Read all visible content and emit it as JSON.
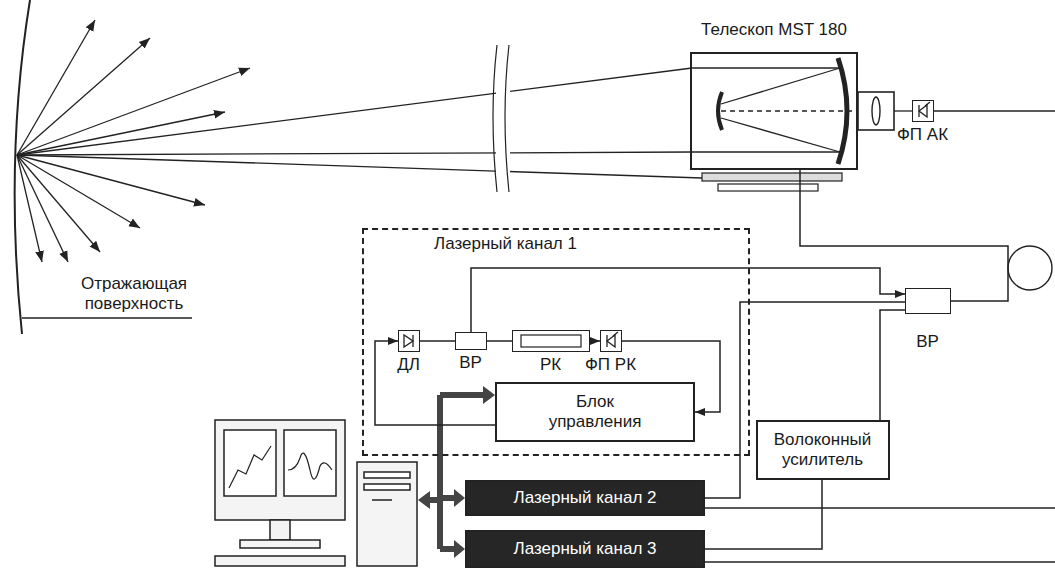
{
  "diagram": {
    "nodes": [
      {
        "text": [
          "Телескоп MST 180"
        ]
      },
      {
        "text": [
          "ФП АК"
        ]
      },
      {
        "text": [
          "Лазерный канал 1"
        ]
      },
      {
        "text": [
          "ДЛ"
        ],
        "in": 2
      },
      {
        "text": [
          "ВР"
        ],
        "in": 2
      },
      {
        "text": [
          "РК"
        ],
        "in": 2
      },
      {
        "text": [
          "ФП РК"
        ],
        "in": 2
      },
      {
        "text": [
          "Блок управления"
        ],
        "in": 2
      },
      {
        "text": [
          "ВР"
        ]
      },
      {
        "text": [
          "Волоконный усилитель"
        ]
      },
      {
        "text": [
          "Лазерный канал 2"
        ]
      },
      {
        "text": [
          "Лазерный канал 3"
        ]
      }
    ],
    "edges": [
      {
        "from": 3,
        "to": 4,
        "arrow": "none"
      },
      {
        "from": 4,
        "to": 5,
        "arrow": "none"
      },
      {
        "from": 5,
        "to": 6,
        "arrow": "to"
      },
      {
        "from": 6,
        "to": 7,
        "arrow": "to"
      },
      {
        "from": 7,
        "to": 3,
        "arrow": "to"
      },
      {
        "from": 4,
        "to": 8,
        "arrow": "to"
      },
      {
        "from": 10,
        "to": 8,
        "arrow": "none"
      },
      {
        "from": 9,
        "to": 8,
        "arrow": "none"
      },
      {
        "from": 11,
        "to": 9,
        "arrow": "none"
      },
      {
        "from": 8,
        "to": 0,
        "arrow": "none"
      }
    ],
    "labels": [
      "Отражающая поверхность"
    ]
  }
}
